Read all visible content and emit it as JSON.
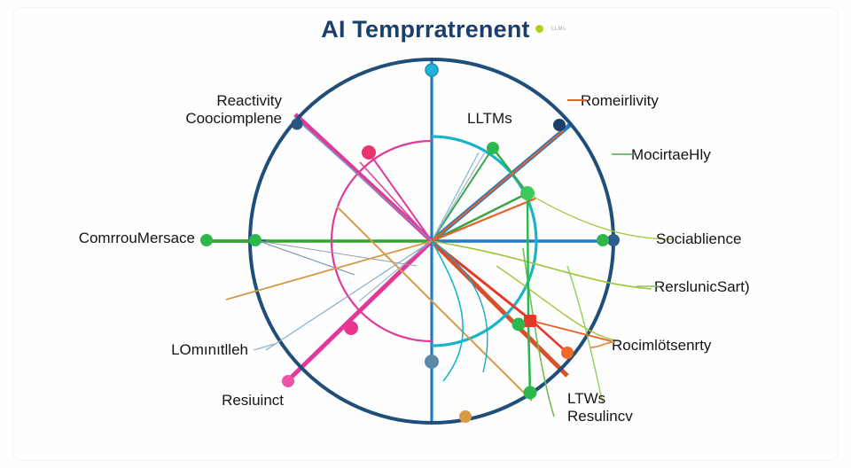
{
  "header": {
    "title": "AI Temprratrenent",
    "legend": {
      "marker_color": "#b5cc18",
      "text": "LLMs"
    }
  },
  "labels": {
    "reactivity_l1": "Reactivity",
    "reactivity_l2": "Coociomplene",
    "communicativeness": "ComrrouMersace",
    "luminileh": "LOmınıtlleh",
    "resilience_left": "Resiuinct",
    "reactivity_right": "Romeirlivity",
    "mociraehly": "MocirtaeHly",
    "sociablience": "Sociablience",
    "rerslunic": "RerslunicSart)",
    "rocimlotsenrty": "Rocimlötsenrty",
    "ltws_bottom_l1": "LTWs",
    "ltws_bottom_l2": "Resulincv",
    "ltms_inner": "LLTMs"
  },
  "colors": {
    "title": "#1b3f6b",
    "outer_circle": "#1f4e79",
    "axis_blue": "#1f7cc4",
    "axis_green": "#33a532",
    "arc_teal": "#18b5c9",
    "arc_magenta": "#e0399a",
    "series_orange": "#e2622a",
    "series_red": "#e8372a",
    "series_green": "#2db84d",
    "series_olive": "#9ec63b",
    "series_tan": "#d79a47",
    "series_navy": "#1b3f6b",
    "series_pink": "#e8368f",
    "series_steel": "#5a8aa8",
    "background": "#fefeff"
  },
  "chart_data": {
    "type": "radar",
    "title": "AI Temprratrenent",
    "center": {
      "x": 487,
      "y": 272
    },
    "outer_radius": 205,
    "rings": [
      {
        "name": "outer",
        "radius": 205,
        "color": "#1f4e79",
        "width": 4
      },
      {
        "name": "teal-arc",
        "radius": 118,
        "color": "#18b5c9",
        "width": 3
      },
      {
        "name": "magenta-arc",
        "radius": 113,
        "color": "#e0399a",
        "width": 2
      }
    ],
    "axes": [
      {
        "label": "LLTMs",
        "angle_deg": 90,
        "color": "#18b5c9"
      },
      {
        "label": "Romeirlivity",
        "angle_deg": 40,
        "color": "#1f7cc4"
      },
      {
        "label": "Sociablience",
        "angle_deg": 0,
        "color": "#1f7cc4"
      },
      {
        "label": "ComrrouMersace",
        "angle_deg": 180,
        "color": "#33a532"
      },
      {
        "label": "Reactivity Coociomplene",
        "angle_deg": 140,
        "color": "#e0399a"
      },
      {
        "label": "Resiuinct",
        "angle_deg": 220,
        "color": "#e8368f"
      },
      {
        "label": "Resulincv",
        "angle_deg": 270,
        "color": "#1f7cc4"
      },
      {
        "label": "Rocimlötsenrty",
        "angle_deg": 320,
        "color": "#e2622a"
      }
    ],
    "series": [
      {
        "name": "LLMs",
        "color": "#2db84d",
        "points": [
          {
            "angle_deg": 64,
            "radius": 112
          },
          {
            "angle_deg": 52,
            "radius": 118
          },
          {
            "angle_deg": 27,
            "radius": 121
          },
          {
            "angle_deg": 0,
            "radius": 196
          },
          {
            "angle_deg": 330,
            "radius": 121
          },
          {
            "angle_deg": 315,
            "radius": 196
          },
          {
            "angle_deg": 180,
            "radius": 196
          },
          {
            "angle_deg": 180,
            "radius": 143
          }
        ]
      },
      {
        "name": "Reactivity",
        "color": "#e2622a",
        "points": [
          {
            "angle_deg": 40,
            "radius": 205
          },
          {
            "angle_deg": 330,
            "radius": 160
          },
          {
            "angle_deg": 300,
            "radius": 196
          }
        ]
      },
      {
        "name": "Rocimlotsenrty",
        "color": "#e8372a",
        "points": [
          {
            "angle_deg": 333,
            "radius": 112
          },
          {
            "angle_deg": 325,
            "radius": 160
          }
        ]
      },
      {
        "name": "Reactivity-Coociomplene",
        "color": "#e0399a",
        "points": [
          {
            "angle_deg": 128,
            "radius": 112
          },
          {
            "angle_deg": 222,
            "radius": 113
          },
          {
            "angle_deg": 215,
            "radius": 196
          }
        ]
      },
      {
        "name": "Sociablience",
        "color": "#1b3f6b",
        "points": [
          {
            "angle_deg": 90,
            "radius": 205
          },
          {
            "angle_deg": 40,
            "radius": 205
          },
          {
            "angle_deg": 0,
            "radius": 205
          },
          {
            "angle_deg": 140,
            "radius": 205
          }
        ]
      },
      {
        "name": "Resulincv",
        "color": "#5a8aa8",
        "points": [
          {
            "angle_deg": 270,
            "radius": 118
          },
          {
            "angle_deg": 285,
            "radius": 196
          }
        ]
      }
    ]
  }
}
